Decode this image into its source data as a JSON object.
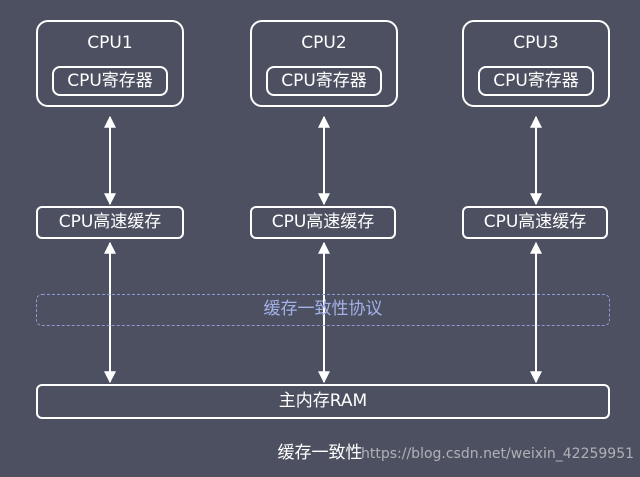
{
  "diagram": {
    "cpus": [
      {
        "title": "CPU1",
        "register": "CPU寄存器",
        "cache": "CPU高速缓存"
      },
      {
        "title": "CPU2",
        "register": "CPU寄存器",
        "cache": "CPU高速缓存"
      },
      {
        "title": "CPU3",
        "register": "CPU寄存器",
        "cache": "CPU高速缓存"
      }
    ],
    "protocol_label": "缓存一致性协议",
    "memory_label": "主内存RAM",
    "caption": "缓存一致性",
    "watermark": "https://blog.csdn.net/weixin_42259951"
  },
  "colors": {
    "background": "#4d5060",
    "box_border": "#ffffff",
    "protocol_border": "#8b9bd3",
    "protocol_text": "#a2b2e8"
  }
}
